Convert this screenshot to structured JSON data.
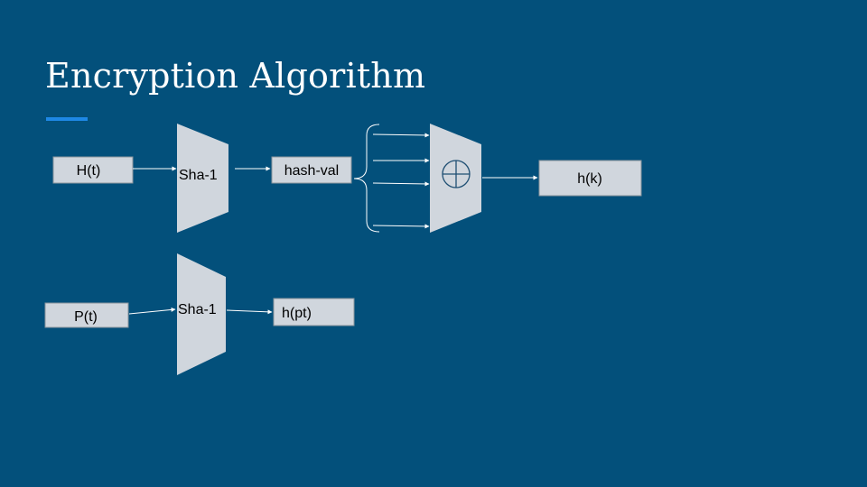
{
  "slide": {
    "title": "Encryption Algorithm"
  },
  "diagram": {
    "row1": {
      "input": "H(t)",
      "hash_block": "Sha-1",
      "hash_output": "hash-val",
      "xor_block": "⊕",
      "output": "h(k)"
    },
    "row2": {
      "input": "P(t)",
      "hash_block": "Sha-1",
      "output": "h(pt)"
    }
  },
  "colors": {
    "background": "#03507b",
    "box_fill": "#d0d6dd",
    "accent": "#1e88e5",
    "lines": "#ffffff"
  }
}
